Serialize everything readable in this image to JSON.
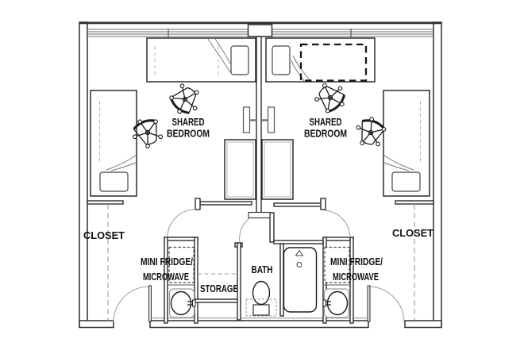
{
  "labels": {
    "bedroom_left": {
      "line1": "SHARED",
      "line2": "BEDROOM"
    },
    "bedroom_right": {
      "line1": "SHARED",
      "line2": "BEDROOM"
    },
    "closet_left": "CLOSET",
    "closet_right": "CLOSET",
    "fridge_left": {
      "line1": "MINI FRIDGE/",
      "line2": "MICROWAVE"
    },
    "fridge_right": {
      "line1": "MINI FRIDGE/",
      "line2": "MICROWAVE"
    },
    "storage": "STORAGE",
    "bath": "BATH"
  },
  "colors": {
    "line": "#1c1c1c",
    "wall": "#2e2e2e",
    "gray": "#9a9a9a",
    "background": "#ffffff"
  }
}
